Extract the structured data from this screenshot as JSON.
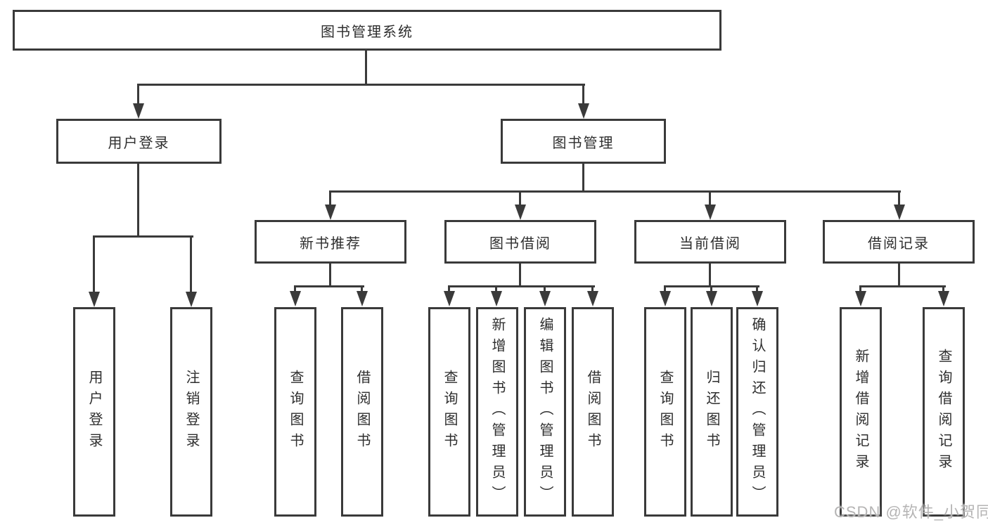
{
  "tree": {
    "root": "图书管理系统",
    "branches": [
      {
        "label": "用户登录",
        "leaves": [
          "用户登录",
          "注销登录"
        ]
      },
      {
        "label": "图书管理",
        "groups": [
          {
            "label": "新书推荐",
            "leaves": [
              "查询图书",
              "借阅图书"
            ]
          },
          {
            "label": "图书借阅",
            "leaves": [
              "查询图书",
              "新增图书（管理员）",
              "编辑图书（管理员）",
              "借阅图书"
            ]
          },
          {
            "label": "当前借阅",
            "leaves": [
              "查询图书",
              "归还图书",
              "确认归还（管理员）"
            ]
          },
          {
            "label": "借阅记录",
            "leaves": [
              "新增借阅记录",
              "查询借阅记录"
            ]
          }
        ]
      }
    ]
  },
  "watermark": {
    "text": "CSDN @软件_小贺同学"
  },
  "colors": {
    "line": "#3a3a3a",
    "text": "#2e2e2e",
    "background": "#ffffff",
    "watermark": "#b5b4b4"
  }
}
